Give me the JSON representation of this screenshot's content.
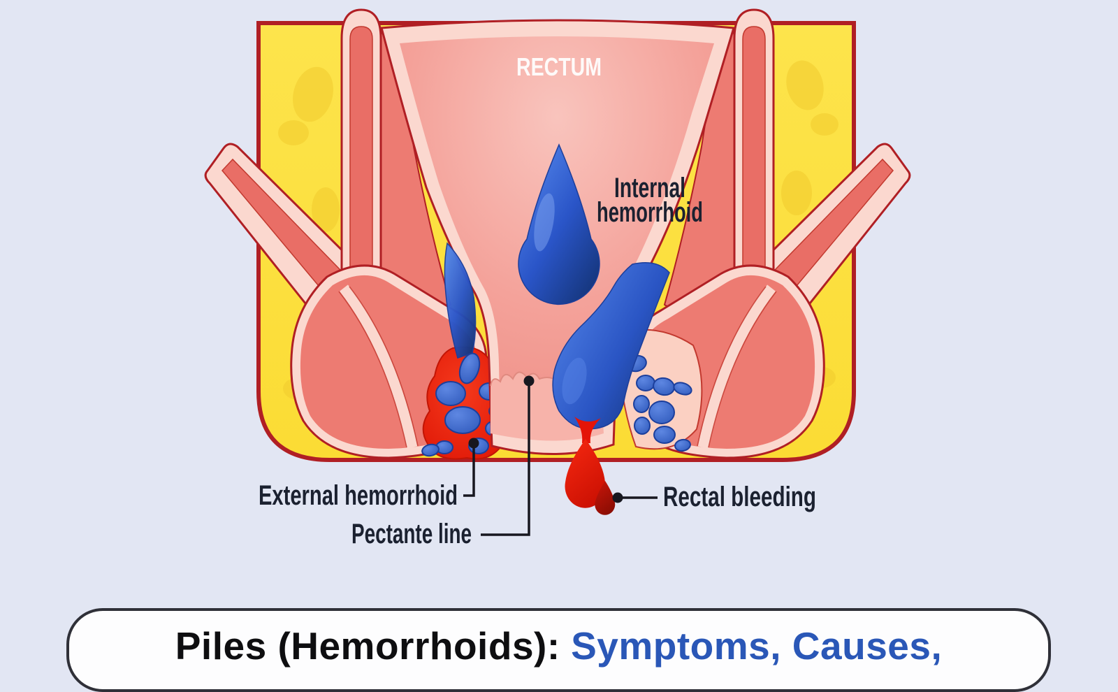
{
  "background_color": "#e2e6f3",
  "diagram": {
    "name": "hemorrhoids-cross-section",
    "labels": {
      "rectum": "RECTUM",
      "internal_line1": "Internal",
      "internal_line2": "hemorrhoid",
      "external": "External hemorrhoid",
      "pectante": "Pectante line",
      "rectal_bleeding": "Rectal bleeding"
    },
    "colors": {
      "fat_yellow": "#fbdf3c",
      "tissue_pink": "#ee7b72",
      "mucosa_pale": "#fbd8cf",
      "outline_dark_red": "#b01f24",
      "vein_blue": "#2a5ace",
      "hemorrhoid_red": "#e81c0a",
      "label_text": "#1b2130",
      "rectum_label_white": "#ffffff"
    }
  },
  "title": {
    "black_part": "Piles (Hemorrhoids):",
    "blue_part": "Symptoms, Causes,",
    "black_color": "#0e0e10",
    "blue_color": "#2a57b7"
  }
}
